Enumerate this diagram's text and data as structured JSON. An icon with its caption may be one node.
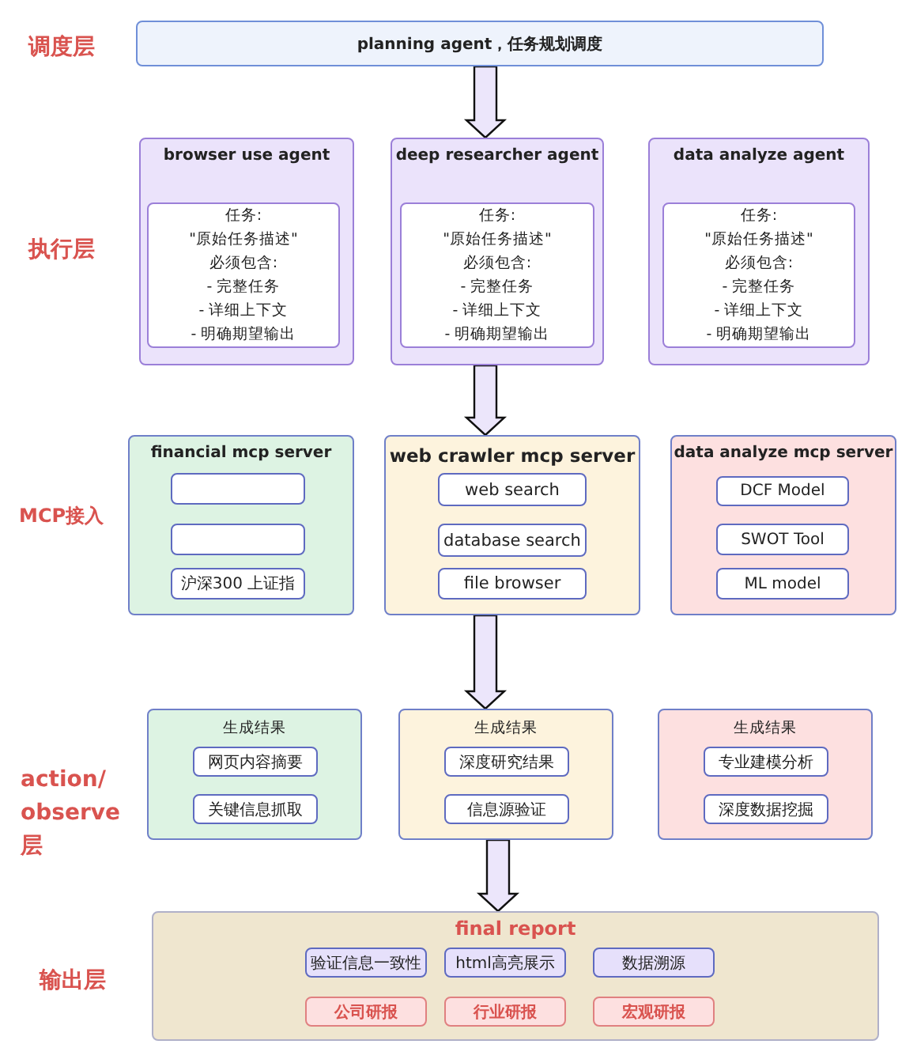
{
  "diagram": {
    "nodes": [
      {
        "text": [
          "planning agent，任务规划调度"
        ]
      },
      {
        "text": [
          "browser use  agent"
        ]
      },
      {
        "text": [
          "任务:",
          "\"原始任务描述\"",
          "必须包含:",
          "- 完整任务",
          "- 详细上下文",
          "- 明确期望输出"
        ],
        "in": 1
      },
      {
        "text": [
          "deep researcher agent"
        ]
      },
      {
        "text": [
          "任务:",
          "\"原始任务描述\"",
          "必须包含:",
          "- 完整任务",
          "- 详细上下文",
          "- 明确期望输出"
        ],
        "in": 3
      },
      {
        "text": [
          "data analyze agent"
        ]
      },
      {
        "text": [
          "任务:",
          "\"原始任务描述\"",
          "必须包含:",
          "- 完整任务",
          "- 详细上下文",
          "- 明确期望输出"
        ],
        "in": 5
      },
      {
        "text": [
          "financial mcp server"
        ]
      },
      {
        "text": [],
        "shape": "box",
        "in": 7
      },
      {
        "text": [],
        "shape": "box",
        "in": 7
      },
      {
        "text": [
          "沪深300 上证指"
        ],
        "in": 7
      },
      {
        "text": [
          "web crawler mcp server"
        ]
      },
      {
        "text": [
          "web search"
        ],
        "in": 11
      },
      {
        "text": [
          "database search"
        ],
        "in": 11
      },
      {
        "text": [
          "file browser"
        ],
        "in": 11
      },
      {
        "text": [
          "data analyze mcp server"
        ]
      },
      {
        "text": [
          "DCF Model"
        ],
        "in": 15
      },
      {
        "text": [
          "SWOT Tool"
        ],
        "in": 15
      },
      {
        "text": [
          "ML model"
        ],
        "in": 15
      },
      {
        "text": [
          "生成结果"
        ]
      },
      {
        "text": [
          "网页内容摘要"
        ],
        "in": 19
      },
      {
        "text": [
          "关键信息抓取"
        ],
        "in": 19
      },
      {
        "text": [
          "生成结果"
        ]
      },
      {
        "text": [
          "深度研究结果"
        ],
        "in": 22
      },
      {
        "text": [
          "信息源验证"
        ],
        "in": 22
      },
      {
        "text": [
          "生成结果"
        ]
      },
      {
        "text": [
          "专业建模分析"
        ],
        "in": 25
      },
      {
        "text": [
          "深度数据挖掘"
        ],
        "in": 25
      },
      {
        "text": [
          "final report"
        ]
      },
      {
        "text": [
          "验证信息一致性"
        ],
        "in": 28
      },
      {
        "text": [
          "html高亮展示"
        ],
        "in": 28
      },
      {
        "text": [
          "数据溯源"
        ],
        "in": 28
      },
      {
        "text": [
          "公司研报"
        ],
        "in": 28
      },
      {
        "text": [
          "行业研报"
        ],
        "in": 28
      },
      {
        "text": [
          "宏观研报"
        ],
        "in": 28
      }
    ],
    "edges": [
      {
        "from": 0,
        "to": 3,
        "arrow": "to"
      },
      {
        "from": 3,
        "to": 11,
        "arrow": "to"
      },
      {
        "from": 11,
        "to": 22,
        "arrow": "to"
      },
      {
        "from": 22,
        "to": 28,
        "arrow": "to"
      }
    ],
    "labels": [
      "调度层",
      "执行层",
      "MCP接入",
      "action/ observe层",
      "输出层"
    ]
  }
}
